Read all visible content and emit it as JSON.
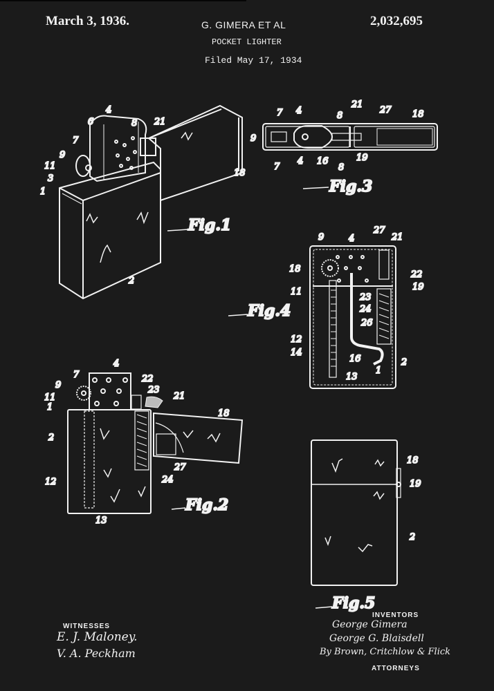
{
  "header": {
    "date": "March 3, 1936.",
    "inventor_line": "G. GIMERA ET AL",
    "patent_number": "2,032,695",
    "title": "POCKET LIGHTER",
    "filed": "Filed May 17, 1934"
  },
  "figures": {
    "fig1": {
      "caption": "Fig.1",
      "labels": [
        "4",
        "6",
        "7",
        "8",
        "21",
        "9",
        "11",
        "3",
        "1",
        "18",
        "2"
      ]
    },
    "fig2": {
      "caption": "Fig.2",
      "labels": [
        "7",
        "4",
        "9",
        "22",
        "23",
        "21",
        "11",
        "1",
        "18",
        "2",
        "27",
        "24",
        "12",
        "13"
      ]
    },
    "fig3": {
      "caption": "Fig.3",
      "labels": [
        "7",
        "4",
        "8",
        "21",
        "27",
        "18",
        "9",
        "7",
        "4",
        "16",
        "8",
        "19"
      ]
    },
    "fig4": {
      "caption": "Fig.4",
      "labels": [
        "9",
        "4",
        "27",
        "21",
        "18",
        "22",
        "11",
        "19",
        "23",
        "24",
        "26",
        "12",
        "14",
        "16",
        "2",
        "1",
        "13"
      ]
    },
    "fig5": {
      "caption": "Fig.5",
      "labels": [
        "18",
        "19",
        "2"
      ]
    }
  },
  "signatures": {
    "witnesses_label": "WITNESSES",
    "witness1": "E. J. Maloney.",
    "witness2": "V. A. Peckham",
    "inventors_label": "INVENTORS",
    "inventor1": "George Gimera",
    "inventor2": "George G. Blaisdell",
    "attorneys_sig": "By Brown, Critchlow & Flick",
    "attorneys_label": "ATTORNEYS"
  },
  "colors": {
    "background": "#1b1b1b",
    "ink": "#f2f2f2"
  }
}
